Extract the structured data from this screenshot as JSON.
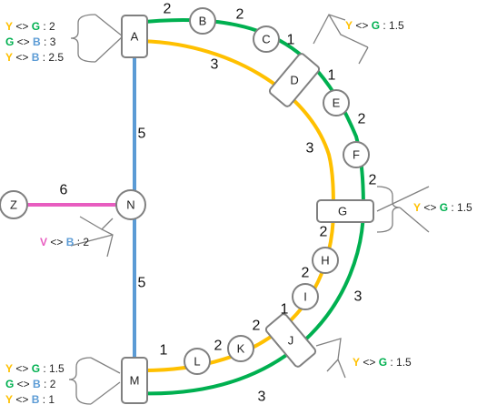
{
  "colors": {
    "Y": "#FFC000",
    "G": "#00B050",
    "B": "#5B9BD5",
    "V": "#E85DC0",
    "node_stroke": "#808080",
    "bracket": "#808080"
  },
  "nodes": {
    "A": "A",
    "B": "B",
    "C": "C",
    "D": "D",
    "E": "E",
    "F": "F",
    "G": "G",
    "H": "H",
    "I": "I",
    "J": "J",
    "K": "K",
    "L": "L",
    "M": "M",
    "N": "N",
    "Z": "Z"
  },
  "edge_weights": {
    "A_B": "2",
    "B_C": "2",
    "C_D": "1",
    "D_E": "1",
    "E_F": "2",
    "F_G": "2",
    "A_D_yellow": "3",
    "D_G_yellow": "3",
    "G_H": "2",
    "H_I": "2",
    "I_J": "1",
    "J_K": "2",
    "K_L": "2",
    "L_M": "1",
    "G_J_green": "3",
    "J_M_green": "3",
    "A_N": "5",
    "N_M": "5",
    "Z_N": "6"
  },
  "annotations": {
    "A": [
      {
        "c1": "Y",
        "c2": "G",
        "sep": "<>",
        "value": ": 2"
      },
      {
        "c1": "G",
        "c2": "B",
        "sep": "<>",
        "value": ": 3"
      },
      {
        "c1": "Y",
        "c2": "B",
        "sep": "<>",
        "value": ": 2.5"
      }
    ],
    "D": [
      {
        "c1": "Y",
        "c2": "G",
        "sep": "<>",
        "value": ": 1.5"
      }
    ],
    "G": [
      {
        "c1": "Y",
        "c2": "G",
        "sep": "<>",
        "value": ": 1.5"
      }
    ],
    "N": [
      {
        "c1": "V",
        "c2": "B",
        "sep": "<>",
        "value": ": 2"
      }
    ],
    "J": [
      {
        "c1": "Y",
        "c2": "G",
        "sep": "<>",
        "value": ": 1.5"
      }
    ],
    "M": [
      {
        "c1": "Y",
        "c2": "G",
        "sep": "<>",
        "value": ": 1.5"
      },
      {
        "c1": "G",
        "c2": "B",
        "sep": "<>",
        "value": ": 2"
      },
      {
        "c1": "Y",
        "c2": "B",
        "sep": "<>",
        "value": ": 1"
      }
    ]
  }
}
